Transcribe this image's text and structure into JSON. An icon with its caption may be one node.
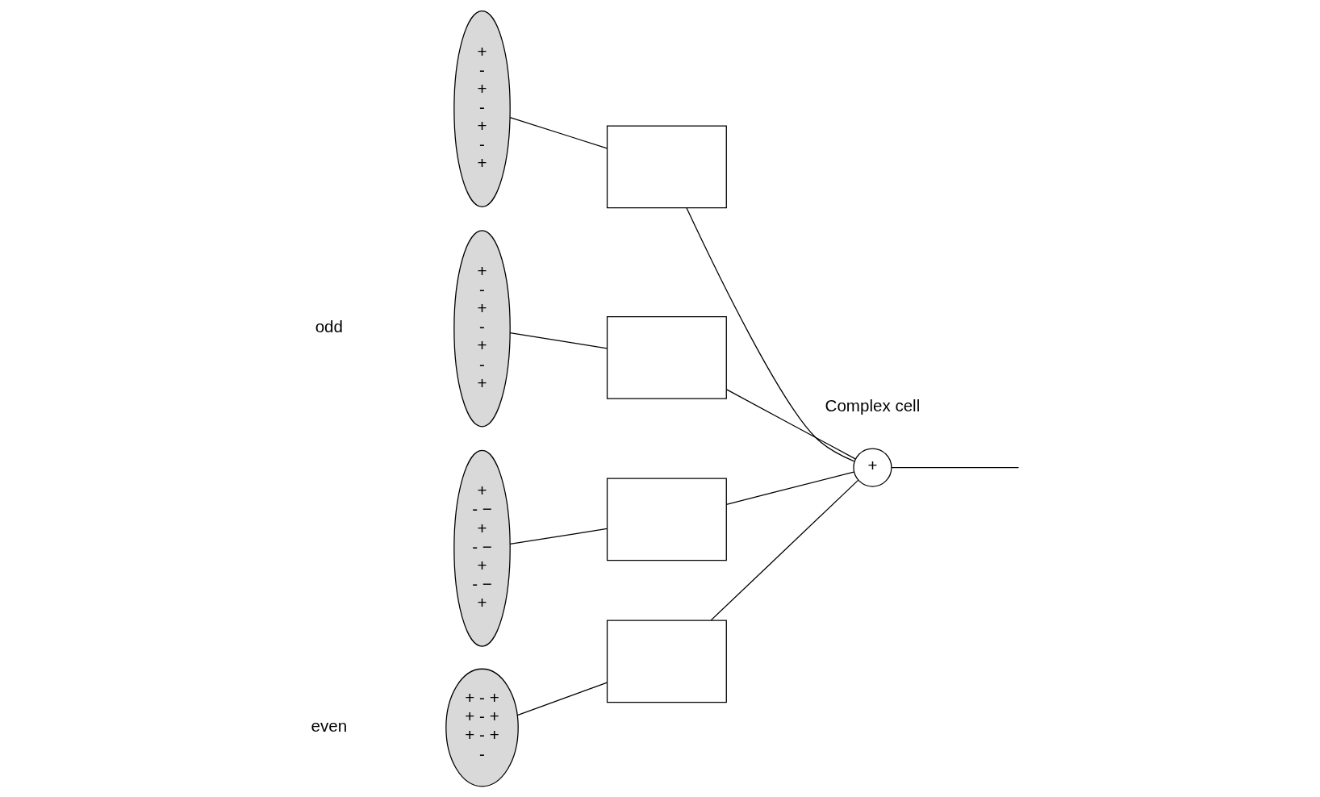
{
  "diagram": {
    "nodes": [
      {
        "text": [
          "+ - +",
          "+ - +",
          "+ - +",
          "-"
        ]
      },
      {
        "text": [
          "+",
          "- −",
          "+",
          "- −",
          "+",
          "- −",
          "+"
        ]
      },
      {
        "text": [
          "+",
          "-",
          "+",
          "-",
          "+",
          "-",
          "+"
        ]
      },
      {
        "text": [
          "+",
          "-",
          "+",
          "-",
          "+",
          "-",
          "+"
        ]
      },
      {
        "text": [],
        "shape": "box"
      },
      {
        "text": [],
        "shape": "box"
      },
      {
        "text": [],
        "shape": "box"
      },
      {
        "text": [],
        "shape": "box"
      },
      {
        "text": [
          "+"
        ],
        "beside": [
          "Complex cell"
        ]
      }
    ],
    "edges": [
      {
        "from": 3,
        "to": 4,
        "arrow": "none"
      },
      {
        "from": 2,
        "to": 5,
        "arrow": "none"
      },
      {
        "from": 1,
        "to": 6,
        "arrow": "none"
      },
      {
        "from": 0,
        "to": 7,
        "arrow": "none"
      },
      {
        "from": 4,
        "to": 8,
        "arrow": "none"
      },
      {
        "from": 5,
        "to": 8,
        "arrow": "none"
      },
      {
        "from": 6,
        "to": 8,
        "arrow": "none"
      },
      {
        "from": 7,
        "to": 8,
        "arrow": "none"
      },
      {
        "from": 8,
        "to": null,
        "arrow": "none"
      }
    ],
    "labels": [
      "even",
      "odd"
    ]
  }
}
